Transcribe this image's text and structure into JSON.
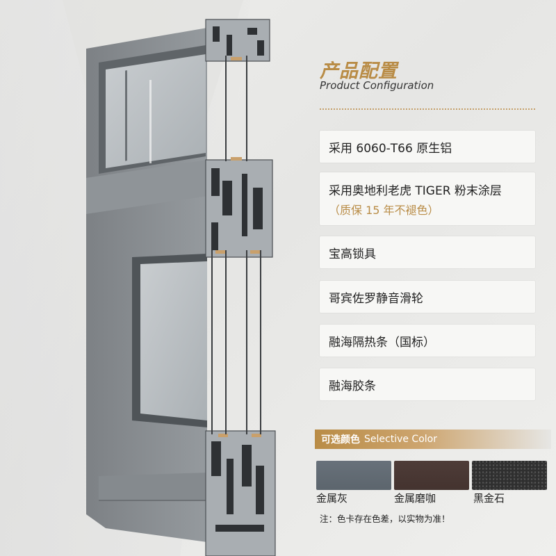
{
  "config": {
    "title": "产品配置",
    "subtitle": "Product Configuration"
  },
  "features": [
    {
      "text": "采用 6060-T66 原生铝"
    },
    {
      "text": "采用奥地利老虎 TIGER 粉末涂层",
      "sub": "（质保 15 年不褪色）"
    },
    {
      "text": "宝高锁具"
    },
    {
      "text": "哥宾佐罗静音滑轮"
    },
    {
      "text": "融海隔热条（国标）"
    },
    {
      "text": "融海胶条"
    }
  ],
  "colors": {
    "header_cn": "可选颜色",
    "header_en": "Selective Color",
    "swatches": [
      {
        "label": "金属灰",
        "color": "#616a73"
      },
      {
        "label": "金属磨咖",
        "color": "#4a3834"
      },
      {
        "label": "黑金石",
        "color": "#2f2f2f"
      }
    ]
  },
  "note": "注：色卡存在色差，以实物为准！",
  "accent": "#b98c46"
}
